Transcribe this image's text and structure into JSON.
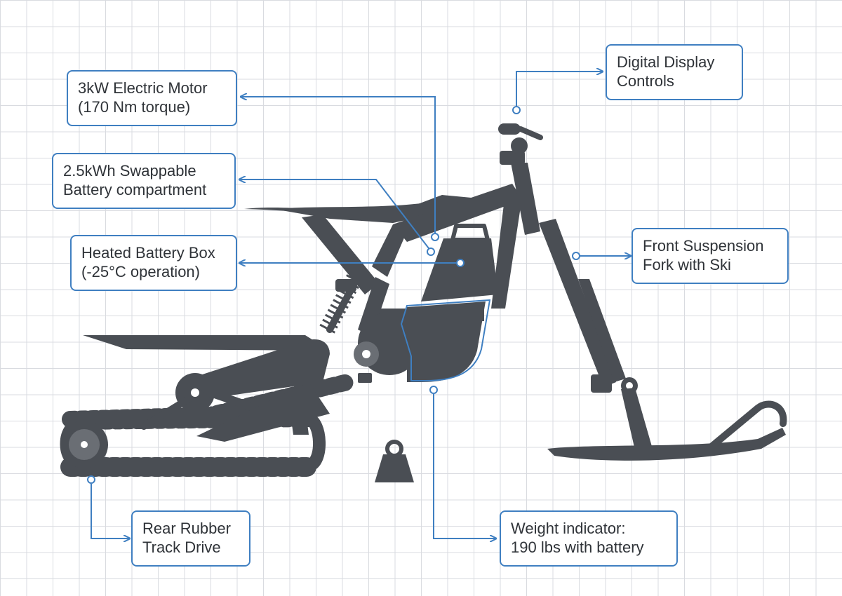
{
  "callouts": {
    "motor": {
      "line1": "3kW Electric Motor",
      "line2": "(170 Nm torque)"
    },
    "battery": {
      "line1": "2.5kWh Swappable",
      "line2": "Battery compartment"
    },
    "heated": {
      "line1": "Heated Battery Box",
      "line2": "(-25°C operation)"
    },
    "display": {
      "line1": "Digital Display",
      "line2": "Controls"
    },
    "fork": {
      "line1": "Front Suspension",
      "line2": "Fork with Ski"
    },
    "track": {
      "line1": "Rear Rubber",
      "line2": "Track Drive"
    },
    "weight": {
      "line1": "Weight indicator:",
      "line2": "190 lbs with battery"
    }
  },
  "colors": {
    "accent": "#3f7fc1",
    "machine": "#4a4e54",
    "grid": "#d9dbe0",
    "text": "#2f3338"
  }
}
